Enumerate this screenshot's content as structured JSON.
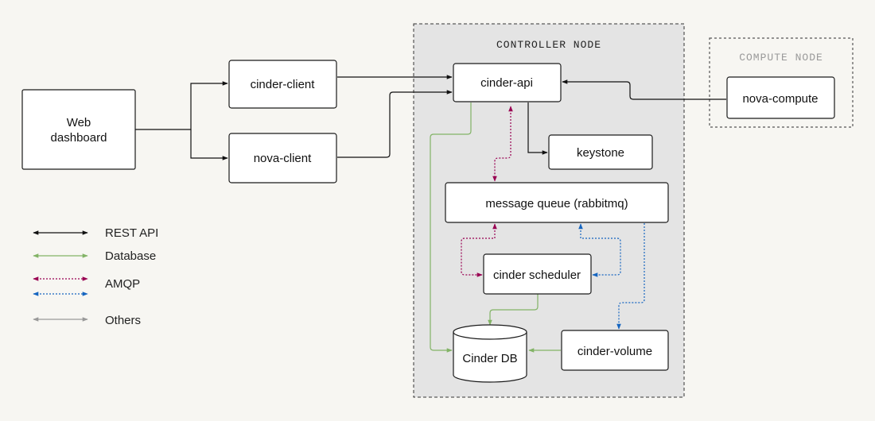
{
  "regions": {
    "controller": {
      "title": "CONTROLLER NODE"
    },
    "compute": {
      "title": "COMPUTE NODE"
    }
  },
  "nodes": {
    "web_dashboard": {
      "line1": "Web",
      "line2": "dashboard"
    },
    "cinder_client": "cinder-client",
    "nova_client": "nova-client",
    "cinder_api": "cinder-api",
    "keystone": "keystone",
    "message_queue": "message queue (rabbitmq)",
    "cinder_scheduler": "cinder scheduler",
    "cinder_db": "Cinder DB",
    "cinder_volume": "cinder-volume",
    "nova_compute": "nova-compute"
  },
  "legend": [
    {
      "label": "REST API",
      "color": "#111111",
      "style": "solid"
    },
    {
      "label": "Database",
      "color": "#82b366",
      "style": "solid"
    },
    {
      "label": "AMQP",
      "color": "#990052",
      "style": "dotted"
    },
    {
      "label": "",
      "color": "#1565c0",
      "style": "dotted"
    },
    {
      "label": "Others",
      "color": "#999999",
      "style": "solid"
    }
  ],
  "colors": {
    "rest": "#111111",
    "database": "#82b366",
    "amqp_scheduler": "#990052",
    "amqp_volume": "#1565c0",
    "others": "#999999",
    "controller_fill": "#e4e4e4",
    "compute_title": "#999999"
  }
}
